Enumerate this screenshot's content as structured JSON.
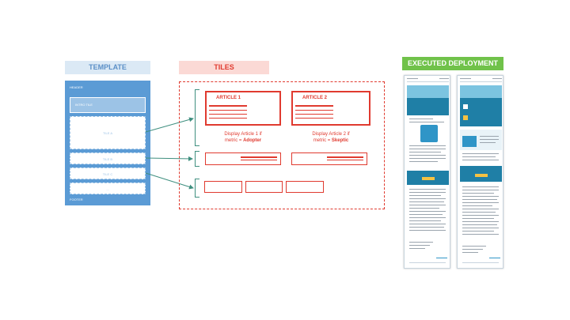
{
  "template": {
    "title": "TEMPLATE",
    "header": "HEADER",
    "intro_tile": "INTRO TILE",
    "tiles": [
      "TILE A",
      "TILE B",
      "TILE C",
      "..."
    ],
    "footer": "FOOTER"
  },
  "tiles_section": {
    "title": "TILES",
    "articles": [
      {
        "label": "ARTICLE 1",
        "condition_line1": "Display Article 1 if",
        "condition_prefix": "metric = ",
        "condition_value": "Adopter"
      },
      {
        "label": "ARTICLE 2",
        "condition_line1": "Display Article 2 if",
        "condition_prefix": "metric = ",
        "condition_value": "Skeptic"
      }
    ]
  },
  "deployment": {
    "title": "EXECUTED DEPLOYMENT"
  },
  "colors": {
    "template_blue": "#5b9bd5",
    "tiles_red": "#e03a2f",
    "deployment_green": "#70c24a",
    "connector_teal": "#3f8f7f"
  }
}
